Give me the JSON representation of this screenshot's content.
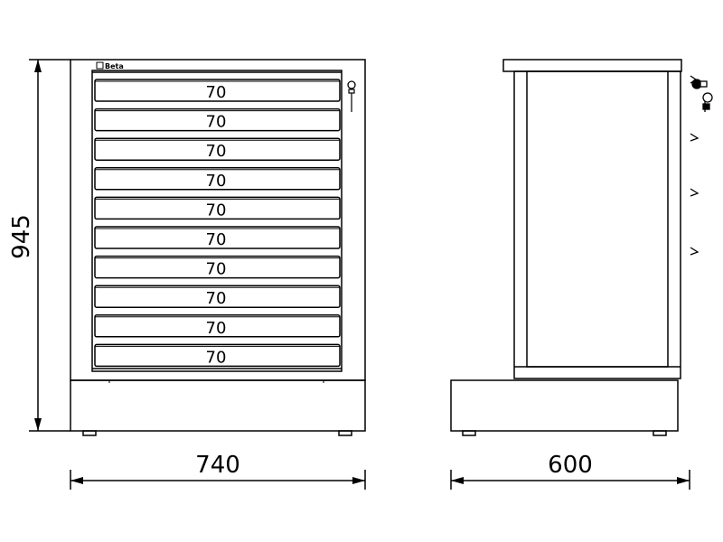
{
  "dimensions": {
    "height_label": "945",
    "width_label": "740",
    "depth_label": "600"
  },
  "brand": {
    "logo_text": "Beta"
  },
  "drawers": [
    {
      "height_label": "70"
    },
    {
      "height_label": "70"
    },
    {
      "height_label": "70"
    },
    {
      "height_label": "70"
    },
    {
      "height_label": "70"
    },
    {
      "height_label": "70"
    },
    {
      "height_label": "70"
    },
    {
      "height_label": "70"
    },
    {
      "height_label": "70"
    },
    {
      "height_label": "70"
    }
  ],
  "colors": {
    "line": "#000000",
    "fill": "#ffffff"
  }
}
